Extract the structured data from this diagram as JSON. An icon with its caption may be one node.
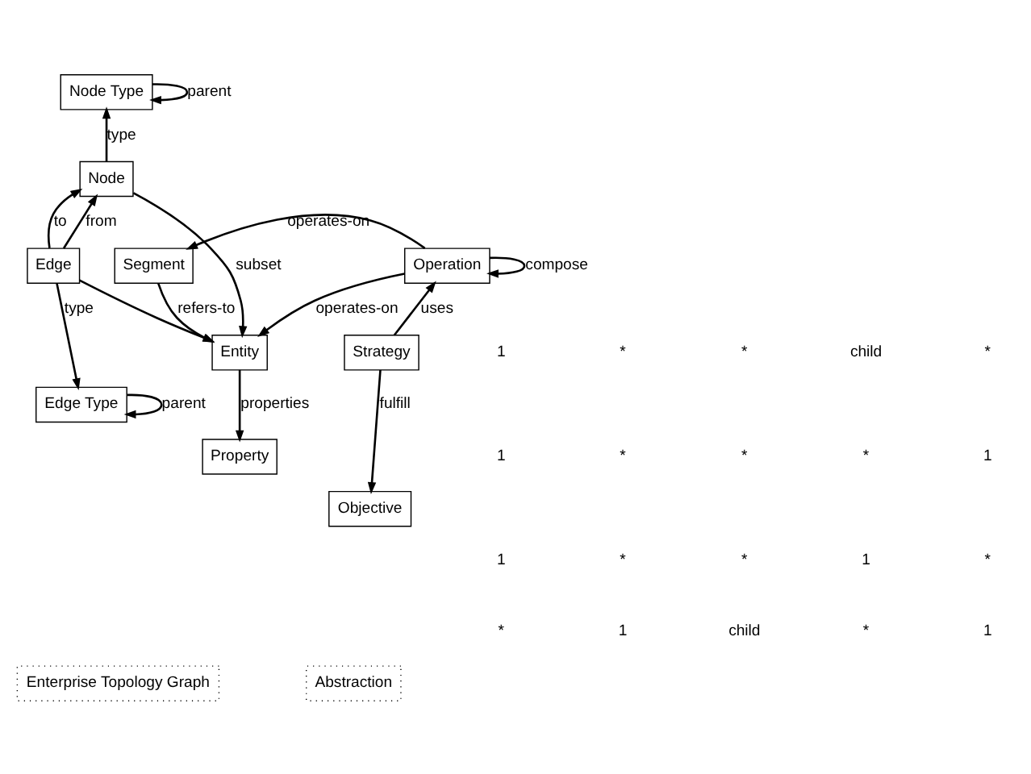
{
  "diagram": {
    "nodes": [
      {
        "text": [
          "Node Type"
        ]
      },
      {
        "text": [
          "Node"
        ]
      },
      {
        "text": [
          "Edge"
        ]
      },
      {
        "text": [
          "Edge Type"
        ]
      },
      {
        "text": [
          "Segment"
        ]
      },
      {
        "text": [
          "Entity"
        ]
      },
      {
        "text": [
          "Property"
        ]
      },
      {
        "text": [
          "Operation"
        ]
      },
      {
        "text": [
          "Strategy"
        ]
      },
      {
        "text": [
          "Objective"
        ]
      },
      {
        "text": [
          "Enterprise Topology Graph"
        ]
      },
      {
        "text": [
          "Abstraction"
        ]
      }
    ],
    "edges": [
      {
        "from": 0,
        "to": 0,
        "arrow": "to",
        "label": "parent"
      },
      {
        "from": 1,
        "to": 0,
        "arrow": "to",
        "label": "type"
      },
      {
        "from": 2,
        "to": 1,
        "arrow": "to",
        "label": "from"
      },
      {
        "from": 2,
        "to": 1,
        "arrow": "to",
        "label": "to"
      },
      {
        "from": 2,
        "to": 3,
        "arrow": "to",
        "label": "type"
      },
      {
        "from": 3,
        "to": 3,
        "arrow": "to",
        "label": "parent"
      },
      {
        "from": 1,
        "to": 5,
        "arrow": "to",
        "label": "subset"
      },
      {
        "from": 2,
        "to": 5,
        "arrow": "to"
      },
      {
        "from": 4,
        "to": 5,
        "arrow": "to",
        "label": "refers-to"
      },
      {
        "from": 5,
        "to": 6,
        "arrow": "to",
        "label": "properties"
      },
      {
        "from": 7,
        "to": 4,
        "arrow": "to",
        "label": "operates-on"
      },
      {
        "from": 7,
        "to": 5,
        "arrow": "to",
        "label": "operates-on"
      },
      {
        "from": 7,
        "to": 7,
        "arrow": "to",
        "label": "compose"
      },
      {
        "from": 8,
        "to": 7,
        "arrow": "to",
        "label": "uses"
      },
      {
        "from": 8,
        "to": 9,
        "arrow": "to",
        "label": "fulfill"
      }
    ],
    "labels": [
      "1",
      "*",
      "*",
      "child",
      "*",
      "1",
      "*",
      "*",
      "*",
      "1",
      "1",
      "*",
      "*",
      "1",
      "*",
      "*",
      "1",
      "child",
      "*",
      "1"
    ]
  }
}
